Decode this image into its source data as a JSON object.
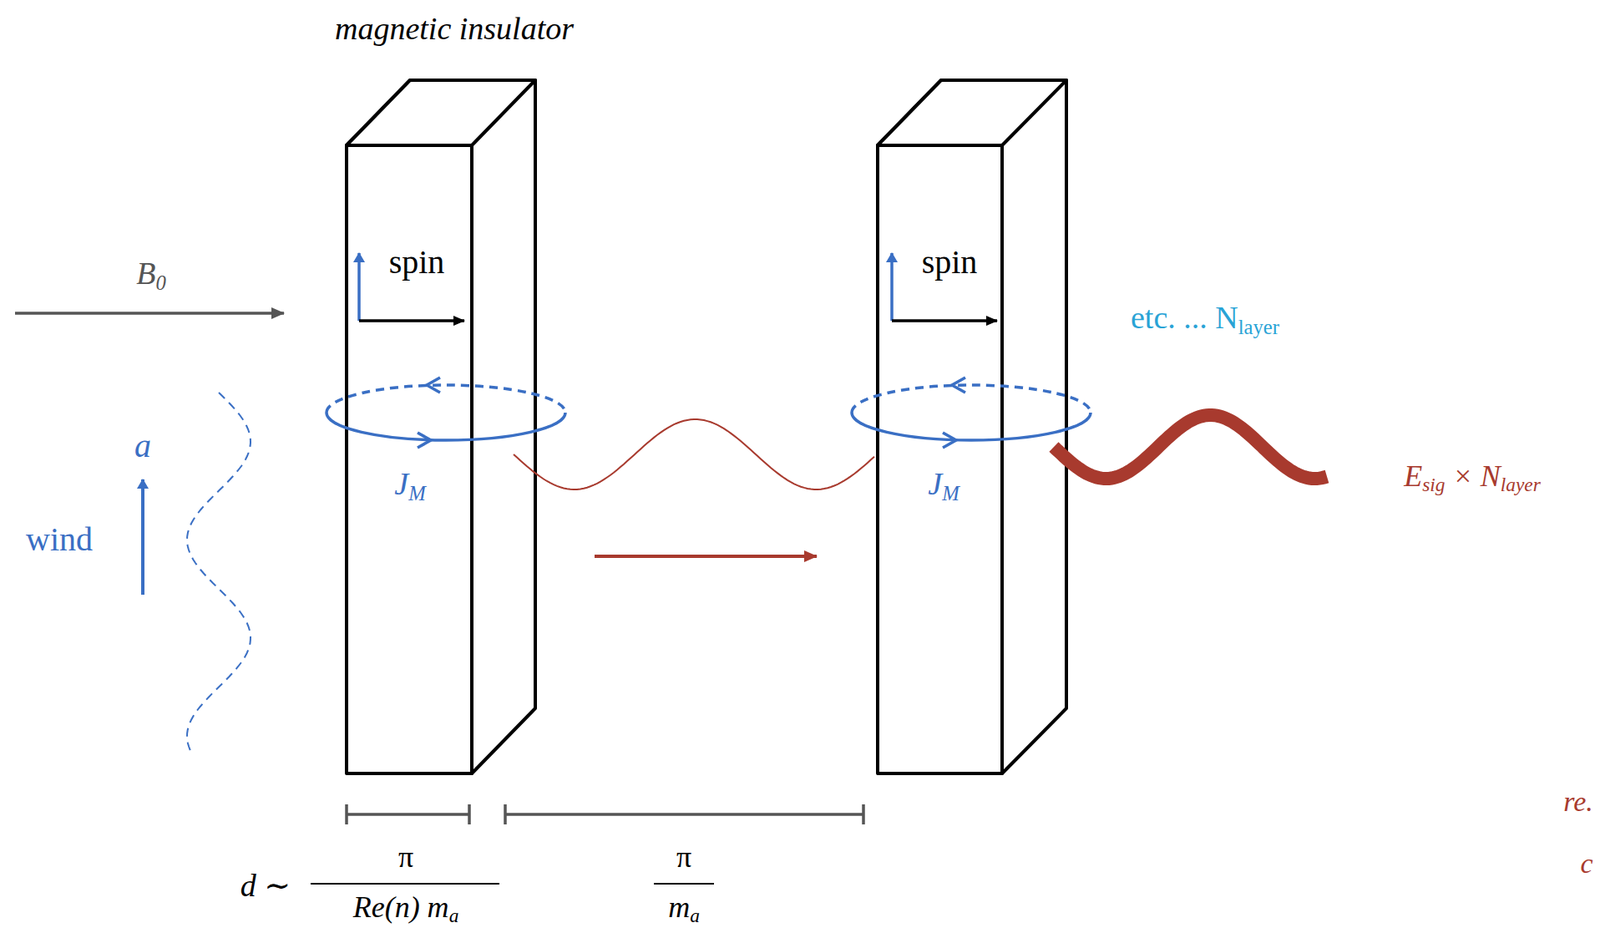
{
  "diagram": {
    "labels": [
      "magnetic insulator",
      "B0",
      "spin",
      "spin",
      "etc. ... Nlayer",
      "a",
      "wind",
      "JM",
      "JM",
      "Esig × Nlayer",
      "d ∼",
      "π",
      "Re(n) ma",
      "π",
      "ma",
      "re.",
      "c"
    ]
  }
}
